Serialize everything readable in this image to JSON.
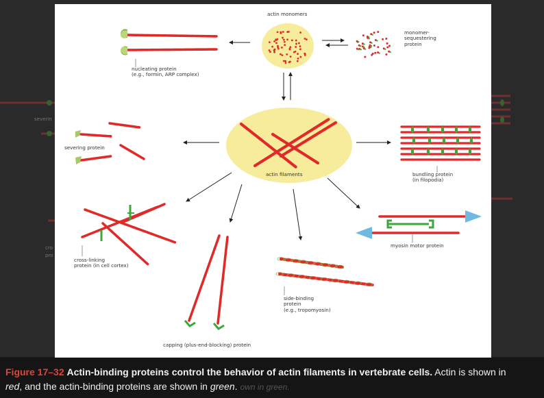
{
  "colors": {
    "actin": "#e02a2a",
    "binding_protein": "#3da83a",
    "yellow": "#f7ec9b",
    "figure_number": "#e0453b",
    "myosin_arrow": "#6fb8e0"
  },
  "labels": {
    "monomers": "actin monomers",
    "sequestering": "monomer-\nsequestering\nprotein",
    "nucleating": "nucleating protein\n(e.g., formin, ARP complex)",
    "severing": "severing protein",
    "filaments": "actin filaments",
    "bundling": "bundling protein\n(in filopodia)",
    "crosslinking": "cross-linking\nprotein (in cell cortex)",
    "myosin": "myosin motor protein",
    "sidebinding": "side-binding\nprotein\n(e.g., tropomyosin)",
    "capping": "capping (plus-end-blocking) protein"
  },
  "ghost_text": {
    "severing": "severin",
    "cross": "cro",
    "pro": "pro",
    "caption_tail": "own in green."
  },
  "caption": {
    "figure_number": "Figure 17–32",
    "headline": "Actin-binding proteins control the behavior of actin filaments in vertebrate cells.",
    "text_1": "Actin is shown in",
    "red_word": "red",
    "text_2": ", and the actin-binding proteins are shown in",
    "green_word": "green",
    "text_3": "."
  }
}
